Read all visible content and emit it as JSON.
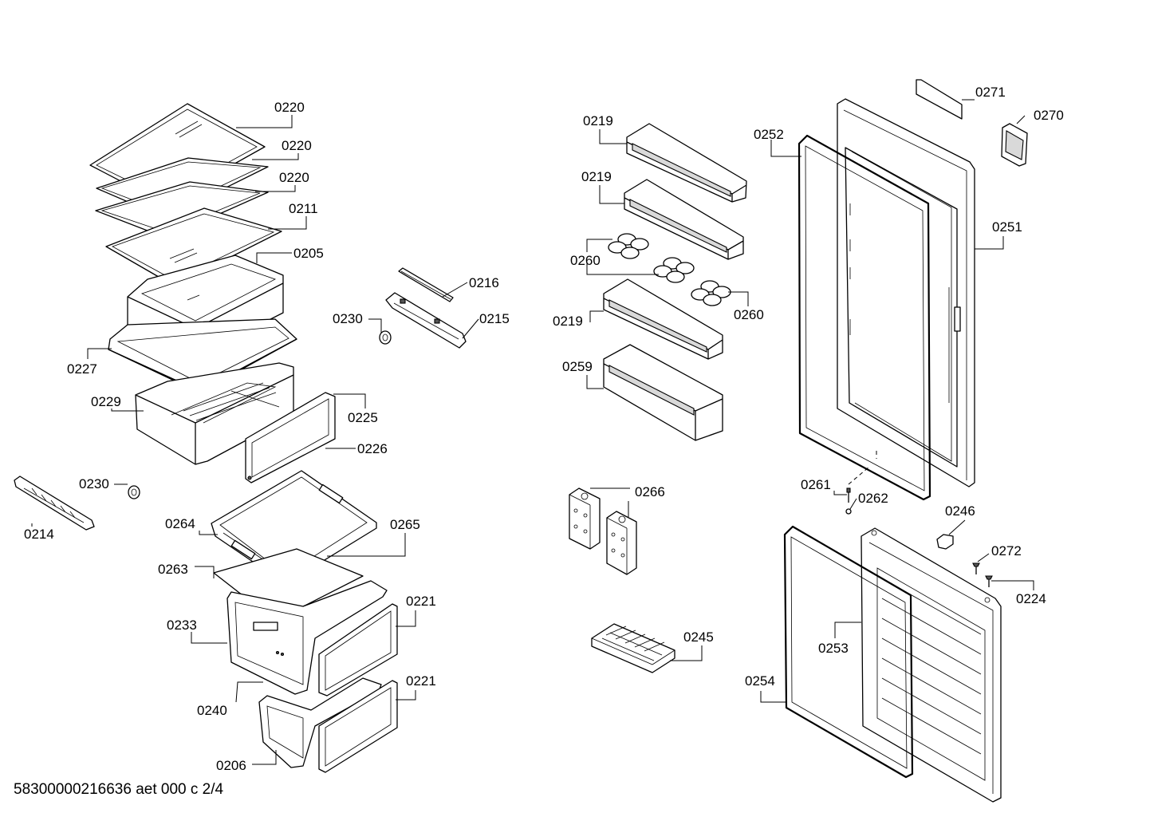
{
  "diagram_id": "58300000216636 aet 000 c 2/4",
  "labels": {
    "p0220a": "0220",
    "p0220b": "0220",
    "p0220c": "0220",
    "p0211": "0211",
    "p0205": "0205",
    "p0227": "0227",
    "p0229": "0229",
    "p0225": "0225",
    "p0226": "0226",
    "p0216": "0216",
    "p0215": "0215",
    "p0230a": "0230",
    "p0230b": "0230",
    "p0214": "0214",
    "p0264": "0264",
    "p0265": "0265",
    "p0263": "0263",
    "p0233": "0233",
    "p0221a": "0221",
    "p0221b": "0221",
    "p0240": "0240",
    "p0206": "0206",
    "p0219a": "0219",
    "p0219b": "0219",
    "p0219c": "0219",
    "p0260a": "0260",
    "p0260b": "0260",
    "p0259": "0259",
    "p0266": "0266",
    "p0245": "0245",
    "p0252": "0252",
    "p0271": "0271",
    "p0270": "0270",
    "p0251": "0251",
    "p0261": "0261",
    "p0262": "0262",
    "p0246": "0246",
    "p0272": "0272",
    "p0224": "0224",
    "p0253": "0253",
    "p0254": "0254"
  }
}
